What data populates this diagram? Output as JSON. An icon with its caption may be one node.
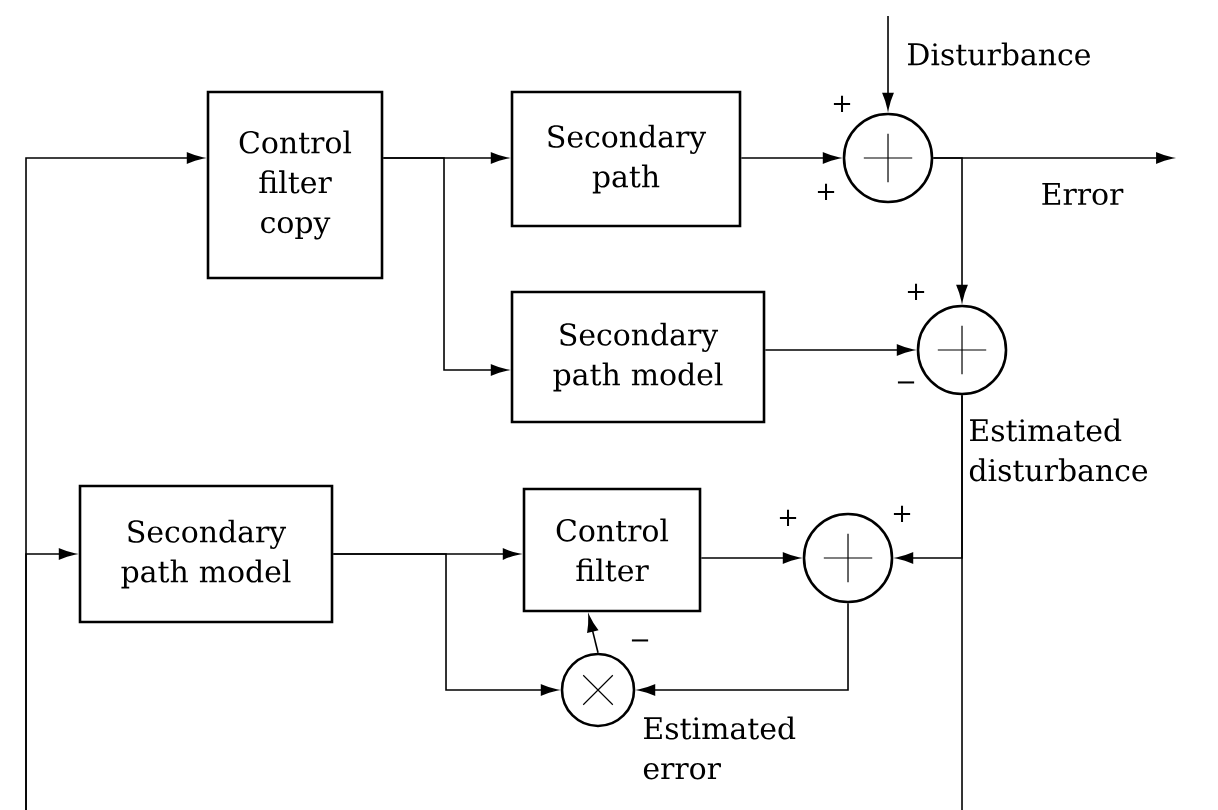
{
  "diagram": {
    "nodes": [
      {
        "text": [
          "Control filter copy"
        ]
      },
      {
        "text": [
          "Secondary path"
        ]
      },
      {
        "text": [],
        "shape": "circle"
      },
      {
        "text": [
          "Secondary path model"
        ]
      },
      {
        "text": [],
        "shape": "circle"
      },
      {
        "text": [
          "Secondary path model"
        ]
      },
      {
        "text": [
          "Control filter"
        ]
      },
      {
        "text": [],
        "shape": "circle"
      },
      {
        "text": [],
        "shape": "circle"
      }
    ],
    "edges": [
      {
        "from": null,
        "to": 0,
        "arrow": "to"
      },
      {
        "from": null,
        "to": 5,
        "arrow": "to"
      },
      {
        "from": 0,
        "to": 1,
        "arrow": "to"
      },
      {
        "from": 0,
        "to": 3,
        "arrow": "to"
      },
      {
        "from": 1,
        "to": 2,
        "arrow": "to"
      },
      {
        "from": null,
        "to": 2,
        "arrow": "to",
        "label": "Disturbance"
      },
      {
        "from": 2,
        "to": null,
        "arrow": "to",
        "label": "Error"
      },
      {
        "from": 2,
        "to": 4,
        "arrow": "to"
      },
      {
        "from": 3,
        "to": 4,
        "arrow": "to"
      },
      {
        "from": 5,
        "to": 6,
        "arrow": "to"
      },
      {
        "from": 5,
        "to": 8,
        "arrow": "to"
      },
      {
        "from": 6,
        "to": 7,
        "arrow": "to"
      },
      {
        "from": 4,
        "to": 7,
        "arrow": "to",
        "label": "Estimated disturbance"
      },
      {
        "from": 4,
        "to": null,
        "arrow": "none"
      },
      {
        "from": 7,
        "to": 8,
        "arrow": "to",
        "label": "Estimated error"
      },
      {
        "from": 8,
        "to": 6,
        "arrow": "to"
      }
    ],
    "labels": [
      "+",
      "+",
      "+",
      "−",
      "+",
      "+",
      "−"
    ]
  }
}
